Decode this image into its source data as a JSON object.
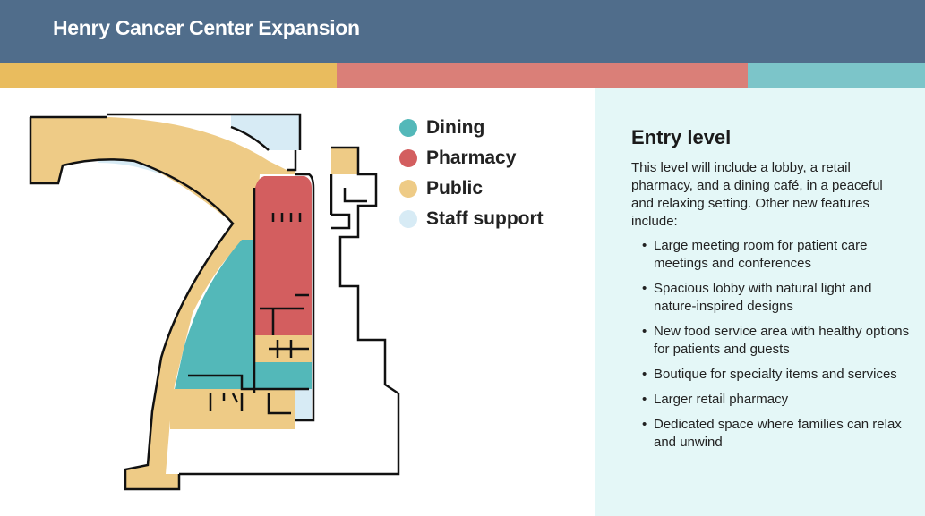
{
  "header": {
    "title": "Henry Cancer Center Expansion"
  },
  "colors": {
    "header_bg": "#506d8b",
    "stripe_yellow": "#e9bc5e",
    "stripe_red": "#da7f78",
    "stripe_teal": "#7cc5c9",
    "dining": "#53b8b9",
    "pharmacy": "#d35e5f",
    "public": "#eecb86",
    "staff_support": "#d7ebf5",
    "panel_bg": "#e4f7f7"
  },
  "legend": [
    {
      "label": "Dining",
      "color": "#53b8b9"
    },
    {
      "label": "Pharmacy",
      "color": "#d35e5f"
    },
    {
      "label": "Public",
      "color": "#eecb86"
    },
    {
      "label": "Staff support",
      "color": "#d7ebf5"
    }
  ],
  "panel": {
    "title": "Entry level",
    "intro": "This level will include a lobby, a retail pharmacy, and a dining café, in a peaceful and relaxing setting. Other new features include:",
    "features": [
      "Large meeting room for patient care meetings and conferences",
      "Spacious lobby with natural light and nature-inspired designs",
      "New food service area with healthy options for patients and guests",
      "Boutique for specialty items and services",
      "Larger retail pharmacy",
      "Dedicated space where families can relax and unwind"
    ]
  }
}
